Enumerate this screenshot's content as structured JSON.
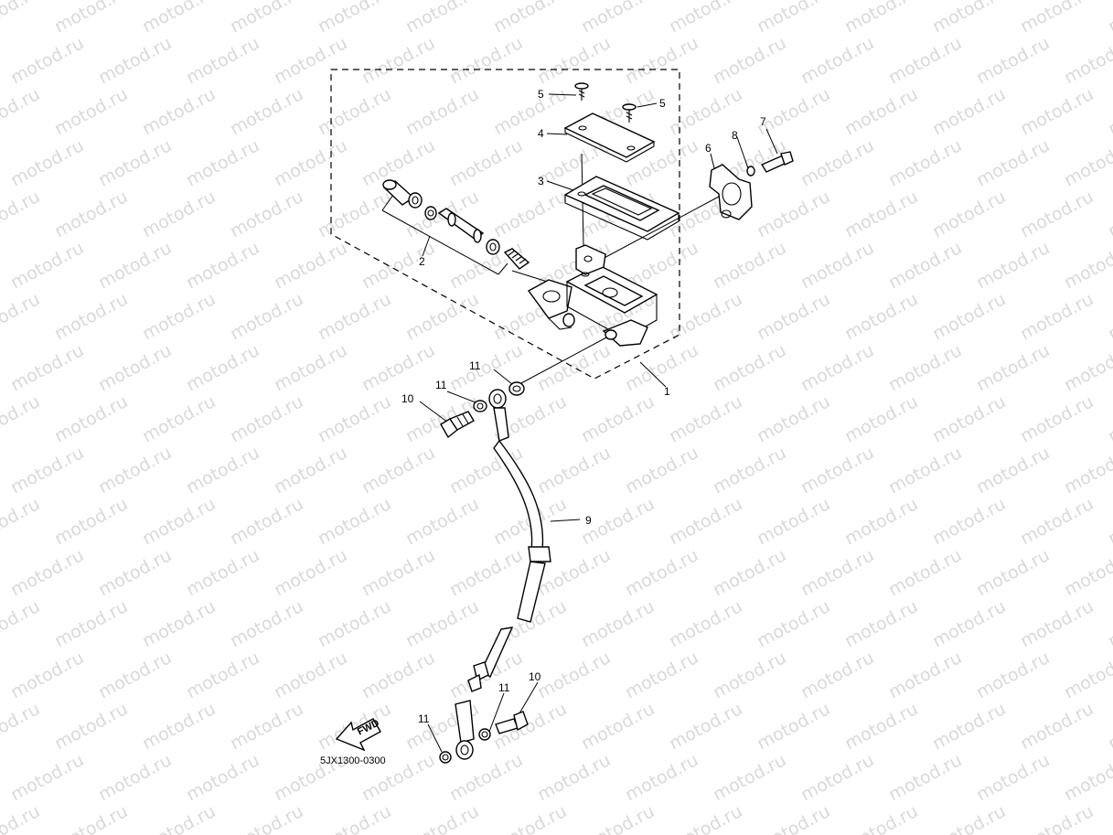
{
  "watermark": {
    "text": "motod.ru",
    "color": "#d9d9d9"
  },
  "diagram_code": "5JX1300-0300",
  "fwd_label": "FWD",
  "callouts": [
    {
      "id": "c1",
      "text": "1"
    },
    {
      "id": "c2",
      "text": "2"
    },
    {
      "id": "c3",
      "text": "3"
    },
    {
      "id": "c4",
      "text": "4"
    },
    {
      "id": "c5a",
      "text": "5"
    },
    {
      "id": "c5b",
      "text": "5"
    },
    {
      "id": "c6",
      "text": "6"
    },
    {
      "id": "c7",
      "text": "7"
    },
    {
      "id": "c8",
      "text": "8"
    },
    {
      "id": "c9",
      "text": "9"
    },
    {
      "id": "c10a",
      "text": "10"
    },
    {
      "id": "c10b",
      "text": "10"
    },
    {
      "id": "c11a",
      "text": "11"
    },
    {
      "id": "c11b",
      "text": "11"
    },
    {
      "id": "c11c",
      "text": "11"
    },
    {
      "id": "c11d",
      "text": "11"
    }
  ]
}
